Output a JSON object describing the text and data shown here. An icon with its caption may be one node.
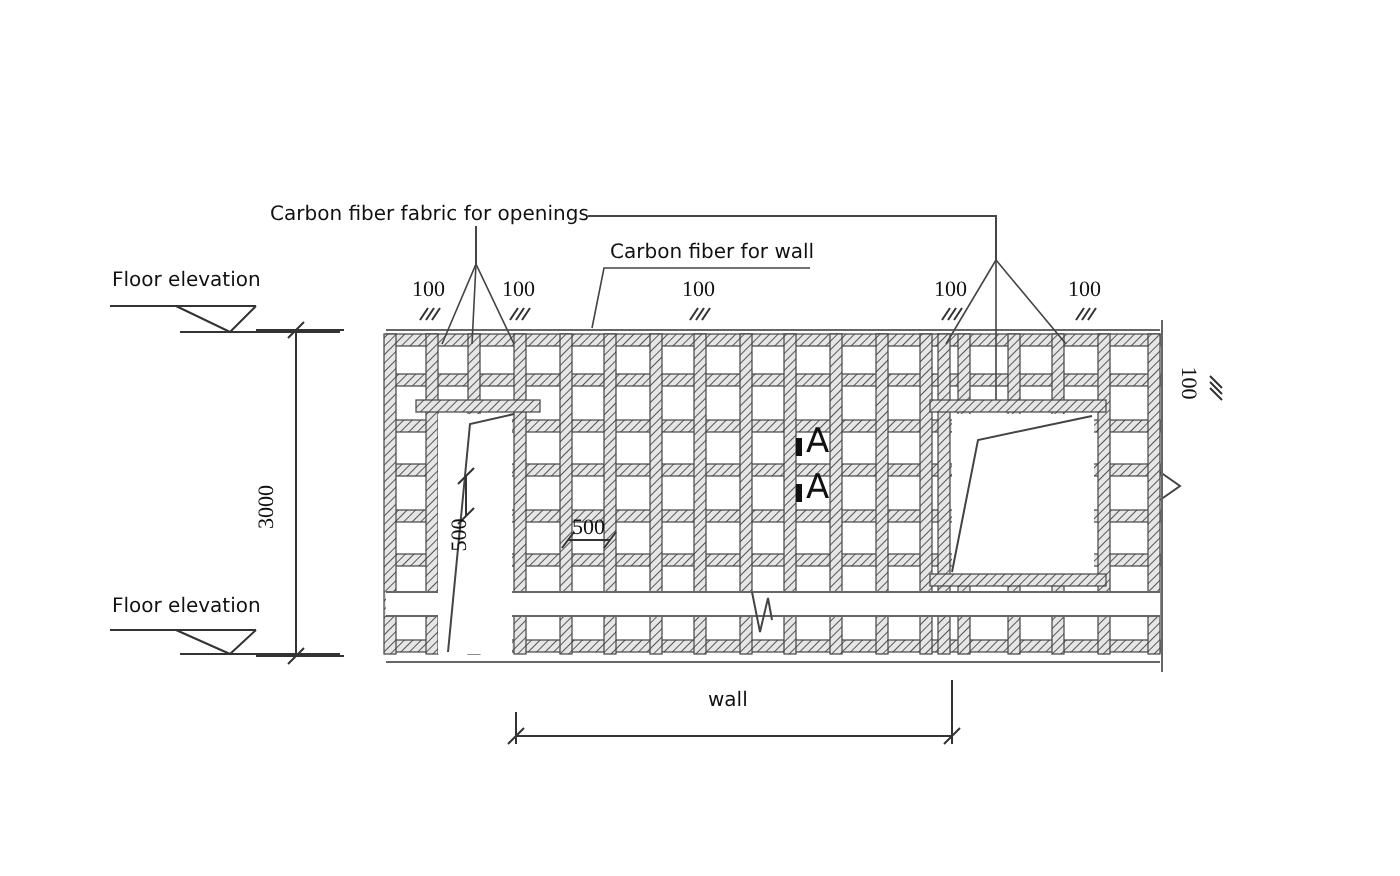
{
  "diagram": {
    "nodes": [
      {
        "text": [
          "Carbon fiber fabric for openings"
        ]
      },
      {
        "text": [
          "Carbon fiber for wall"
        ]
      }
    ],
    "edges": [
      {
        "from": 0,
        "to": null,
        "arrow": "none"
      },
      {
        "from": 0,
        "to": null,
        "arrow": "none"
      },
      {
        "from": 0,
        "to": null,
        "arrow": "none"
      },
      {
        "from": 0,
        "to": null,
        "arrow": "none"
      },
      {
        "from": 0,
        "to": null,
        "arrow": "none"
      },
      {
        "from": 0,
        "to": null,
        "arrow": "none"
      },
      {
        "from": 1,
        "to": null,
        "arrow": "none"
      }
    ],
    "labels": [
      "Floor elevation",
      "100",
      "100",
      "100",
      "100",
      "100",
      "100",
      "A",
      "A",
      "500",
      "500",
      "3000",
      "Floor elevation",
      "wall"
    ]
  }
}
